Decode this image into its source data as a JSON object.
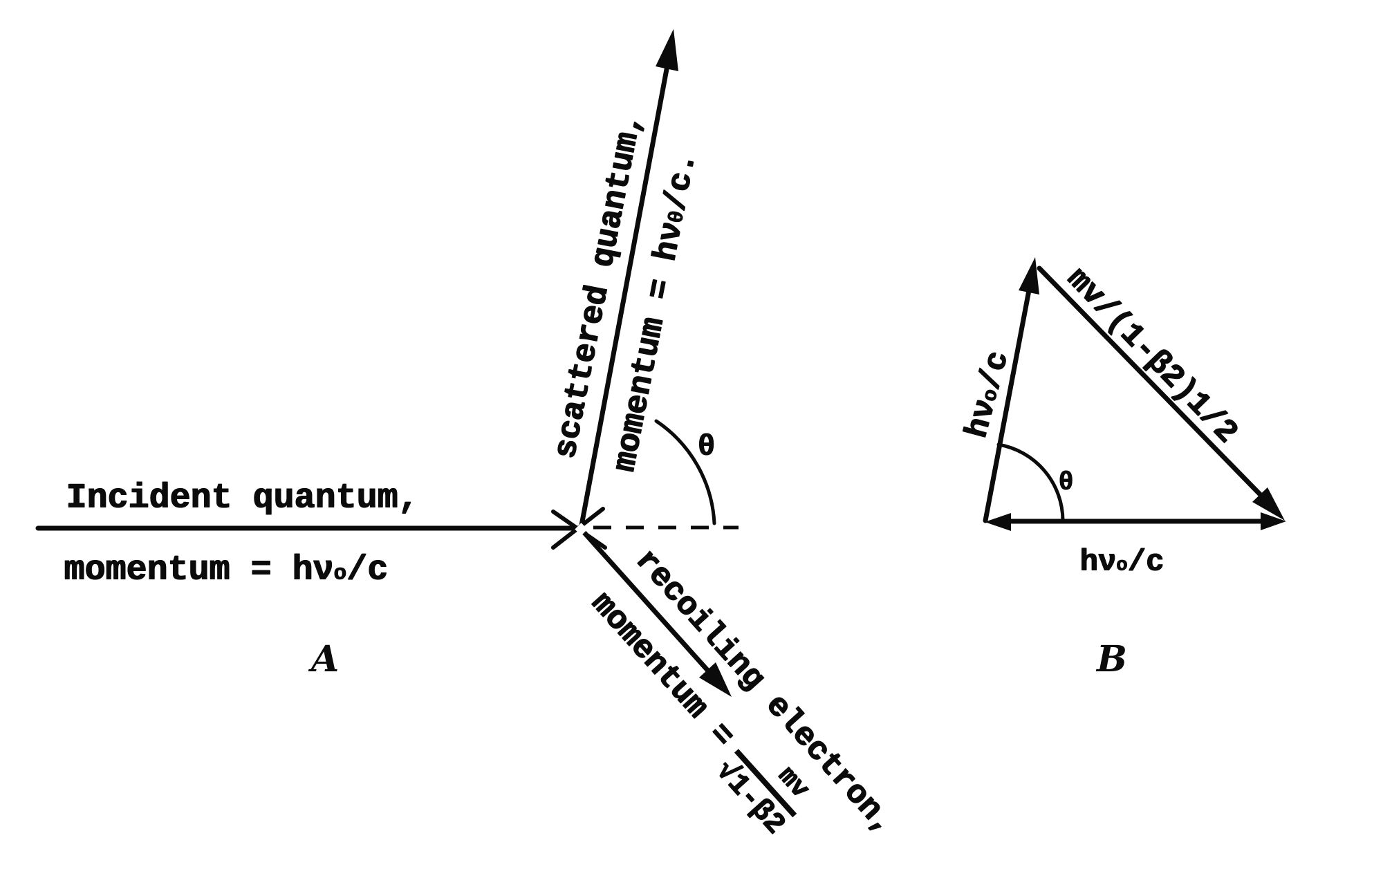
{
  "figure": {
    "background": "#ffffff",
    "ink": "#0b0b0b"
  },
  "diagram_a": {
    "caption": "A",
    "incident_line1": "Incident quantum,",
    "incident_line2": {
      "pre": "momentum = hν",
      "sub": "o",
      "post": "/c"
    },
    "scattered_name": "scattered quantum,",
    "scattered_momentum": {
      "pre": "momentum = hν",
      "sub": "θ",
      "post": "/c."
    },
    "recoil_name": "recoiling electron,",
    "recoil_momentum_lhs": "momentum =",
    "recoil_fraction": {
      "numerator": "mv",
      "denominator": "√1-β2"
    },
    "angle": "θ"
  },
  "diagram_b": {
    "caption": "B",
    "left_label": {
      "pre": "hν",
      "sub": "o",
      "post": "/c"
    },
    "hypotenuse_label": "mv/(1-β2)1/2",
    "base_label": {
      "pre": "hν",
      "sub": "o",
      "post": "/c"
    },
    "angle": "θ"
  }
}
